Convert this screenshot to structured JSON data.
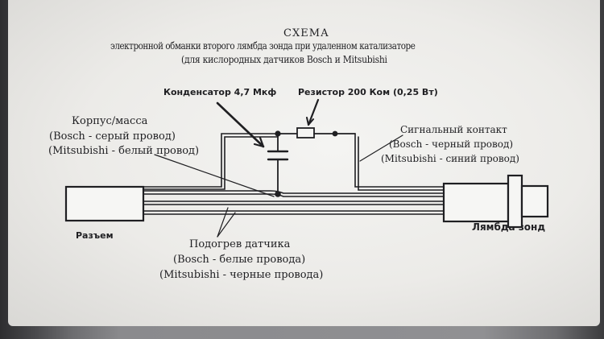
{
  "title": {
    "line1": "СХЕМА",
    "line2": "электронной обманки второго лямбда зонда при удаленном катализаторе",
    "line3": "(для кислородных датчиков Bosch и Mitsubishi"
  },
  "labels": {
    "capacitor": "Конденсатор 4,7 Мкф",
    "resistor": "Резистор 200 Ком (0,25 Вт)",
    "ground_title": "Корпус/масса",
    "ground_bosch": "(Bosch - серый провод)",
    "ground_mitsubishi": "(Mitsubishi - белый провод)",
    "signal_title": "Сигнальный контакт",
    "signal_bosch": "(Bosch - черный провод)",
    "signal_mitsubishi": "(Mitsubishi - синий провод)",
    "connector": "Разъем",
    "sensor": "Лямбда зонд",
    "heater_title": "Подогрев датчика",
    "heater_bosch": "(Bosch - белые провода)",
    "heater_mitsubishi": "(Mitsubishi - черные провода)"
  },
  "colors": {
    "ink": "#1f1f22",
    "paper": "#efeeeb",
    "frame": "#3a3a3c"
  }
}
